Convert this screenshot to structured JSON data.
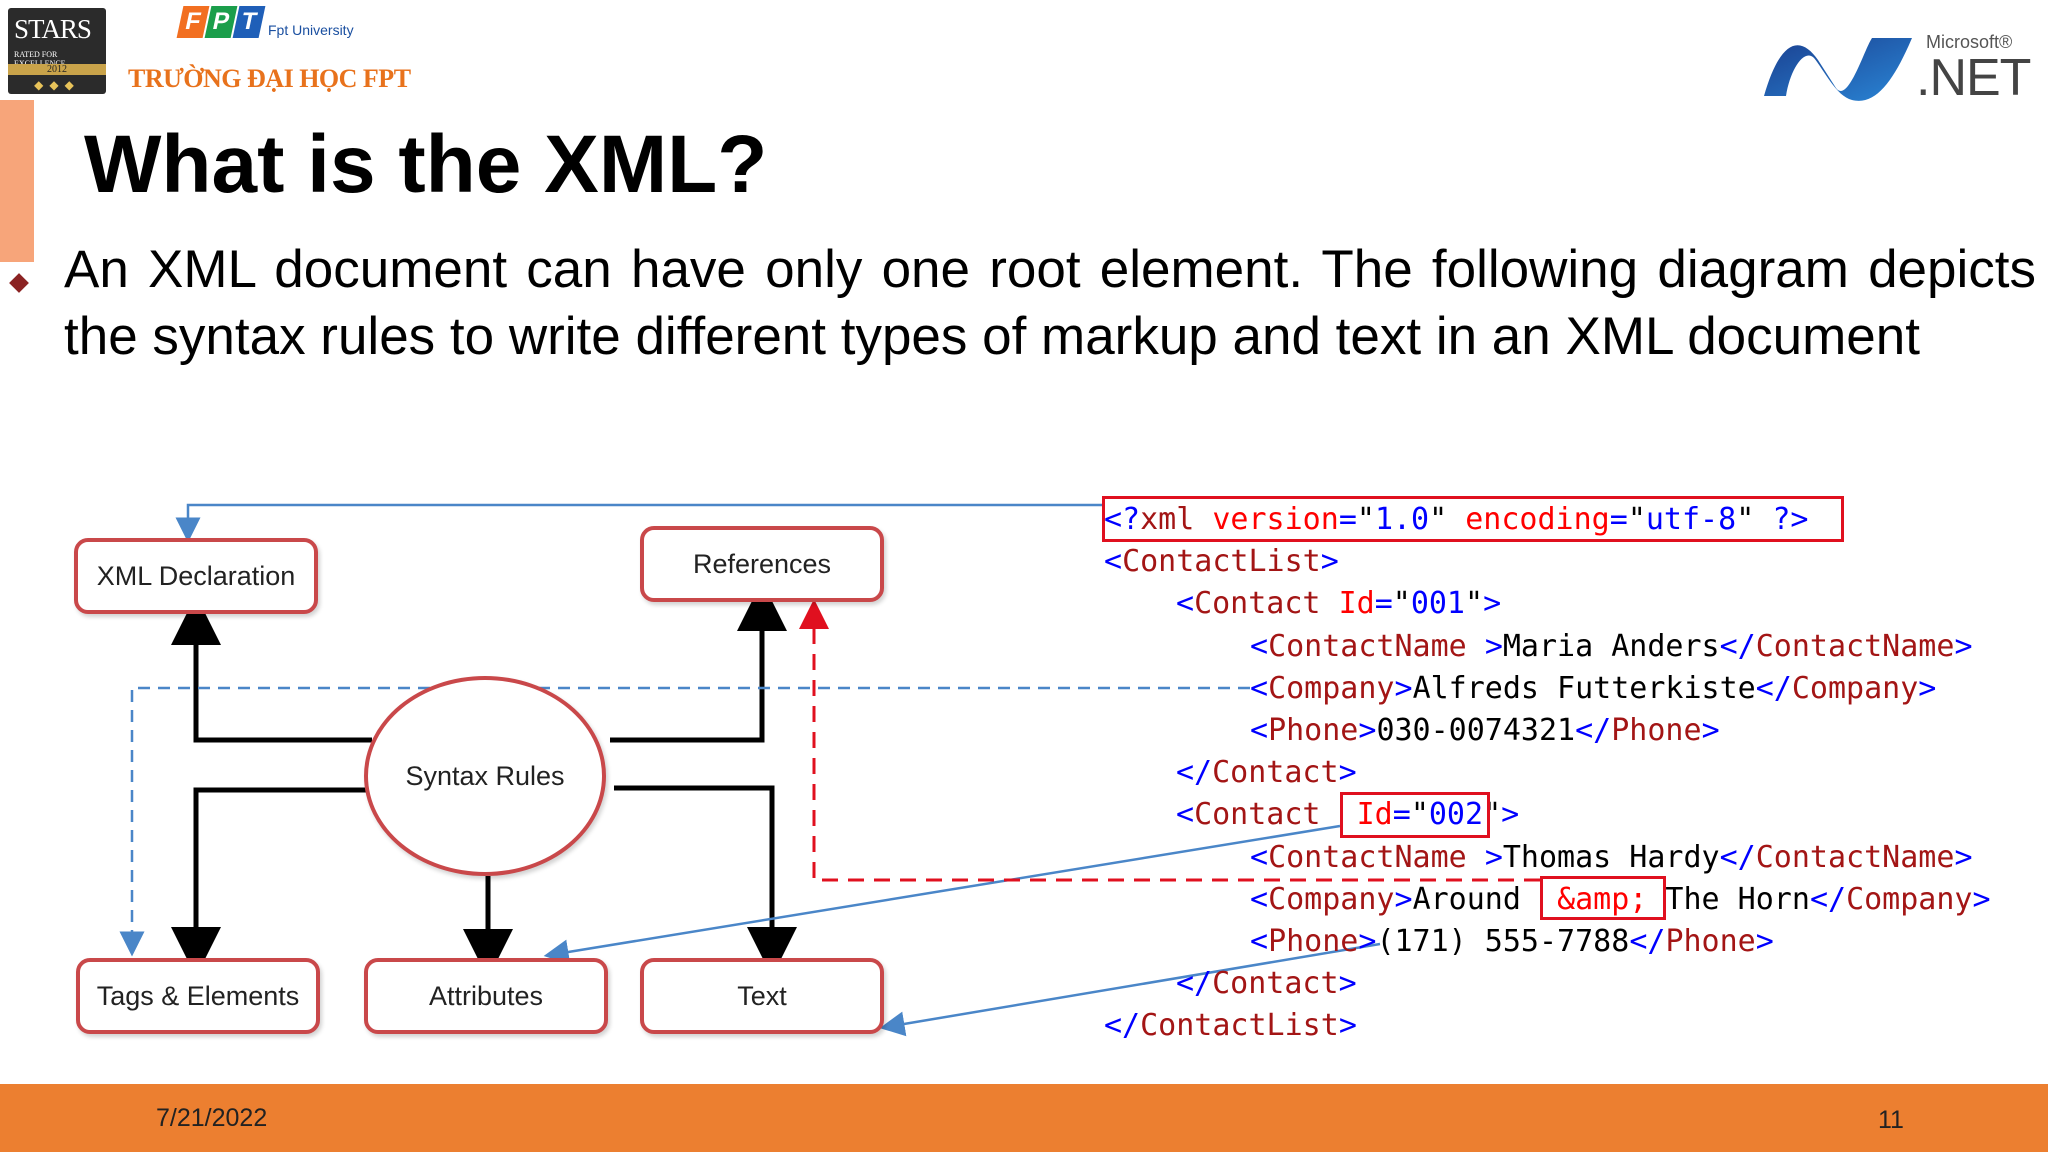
{
  "header": {
    "stars": {
      "title": "STARS",
      "subtitle": "RATED FOR EXCELLENCE",
      "year": "2012"
    },
    "fpt": {
      "letters": [
        "F",
        "P",
        "T"
      ],
      "letter_colors": [
        "#f26f21",
        "#1b9e4b",
        "#1f5fb8"
      ],
      "sub": "Fpt University",
      "name": "TRƯỜNG ĐẠI HỌC FPT"
    },
    "ms": {
      "brand": "Microsoft®",
      "product": ".NET"
    }
  },
  "slide": {
    "title": "What is the XML?",
    "bullet": "An XML document can have only one root element. The following diagram depicts the syntax rules to write different types of markup and text in an XML document"
  },
  "diagram": {
    "center": "Syntax Rules",
    "boxes": {
      "xml_declaration": "XML Declaration",
      "references": "References",
      "tags_elements": "Tags & Elements",
      "attributes": "Attributes",
      "text": "Text"
    }
  },
  "code": {
    "lines": [
      [
        [
          "p",
          "<?"
        ],
        [
          "t",
          "xml"
        ],
        [
          "x",
          " "
        ],
        [
          "a",
          "version"
        ],
        [
          "p",
          "="
        ],
        [
          "x",
          "\""
        ],
        [
          "v",
          "1.0"
        ],
        [
          "x",
          "\""
        ],
        [
          "x",
          " "
        ],
        [
          "a",
          "encoding"
        ],
        [
          "p",
          "="
        ],
        [
          "x",
          "\""
        ],
        [
          "v",
          "utf-8"
        ],
        [
          "x",
          "\""
        ],
        [
          "x",
          " "
        ],
        [
          "p",
          "?>"
        ]
      ],
      [
        [
          "p",
          "<"
        ],
        [
          "t",
          "ContactList"
        ],
        [
          "p",
          ">"
        ]
      ],
      [
        [
          "p",
          "<"
        ],
        [
          "t",
          "Contact"
        ],
        [
          "x",
          " "
        ],
        [
          "a",
          "Id"
        ],
        [
          "p",
          "="
        ],
        [
          "x",
          "\""
        ],
        [
          "v",
          "001"
        ],
        [
          "x",
          "\""
        ],
        [
          "p",
          ">"
        ]
      ],
      [
        [
          "p",
          "<"
        ],
        [
          "t",
          "ContactName"
        ],
        [
          "x",
          " "
        ],
        [
          "p",
          ">"
        ],
        [
          "x",
          "Maria Anders"
        ],
        [
          "p",
          "</"
        ],
        [
          "t",
          "ContactName"
        ],
        [
          "p",
          ">"
        ]
      ],
      [
        [
          "p",
          "<"
        ],
        [
          "t",
          "Company"
        ],
        [
          "p",
          ">"
        ],
        [
          "x",
          "Alfreds Futterkiste"
        ],
        [
          "p",
          "</"
        ],
        [
          "t",
          "Company"
        ],
        [
          "p",
          ">"
        ]
      ],
      [
        [
          "p",
          "<"
        ],
        [
          "t",
          "Phone"
        ],
        [
          "p",
          ">"
        ],
        [
          "x",
          "030-0074321"
        ],
        [
          "p",
          "</"
        ],
        [
          "t",
          "Phone"
        ],
        [
          "p",
          ">"
        ]
      ],
      [
        [
          "p",
          "</"
        ],
        [
          "t",
          "Contact"
        ],
        [
          "p",
          ">"
        ]
      ],
      [
        [
          "p",
          "<"
        ],
        [
          "t",
          "Contact"
        ],
        [
          "x",
          "  "
        ],
        [
          "a",
          "Id"
        ],
        [
          "p",
          "="
        ],
        [
          "x",
          "\""
        ],
        [
          "v",
          "002"
        ],
        [
          "x",
          "\""
        ],
        [
          "p",
          ">"
        ]
      ],
      [
        [
          "p",
          "<"
        ],
        [
          "t",
          "ContactName"
        ],
        [
          "x",
          " "
        ],
        [
          "p",
          ">"
        ],
        [
          "x",
          "Thomas Hardy"
        ],
        [
          "p",
          "</"
        ],
        [
          "t",
          "ContactName"
        ],
        [
          "p",
          ">"
        ]
      ],
      [
        [
          "p",
          "<"
        ],
        [
          "t",
          "Company"
        ],
        [
          "p",
          ">"
        ],
        [
          "x",
          "Around  "
        ],
        [
          "a",
          "&amp;"
        ],
        [
          "x",
          " The Horn"
        ],
        [
          "p",
          "</"
        ],
        [
          "t",
          "Company"
        ],
        [
          "p",
          ">"
        ]
      ],
      [
        [
          "p",
          "<"
        ],
        [
          "t",
          "Phone"
        ],
        [
          "p",
          ">"
        ],
        [
          "x",
          "(171) 555-7788"
        ],
        [
          "p",
          "</"
        ],
        [
          "t",
          "Phone"
        ],
        [
          "p",
          ">"
        ]
      ],
      [
        [
          "p",
          "</"
        ],
        [
          "t",
          "Contact"
        ],
        [
          "p",
          ">"
        ]
      ],
      [
        [
          "p",
          "</"
        ],
        [
          "t",
          "ContactList"
        ],
        [
          "p",
          ">"
        ]
      ]
    ]
  },
  "footer": {
    "date": "7/21/2022",
    "page": "11"
  }
}
